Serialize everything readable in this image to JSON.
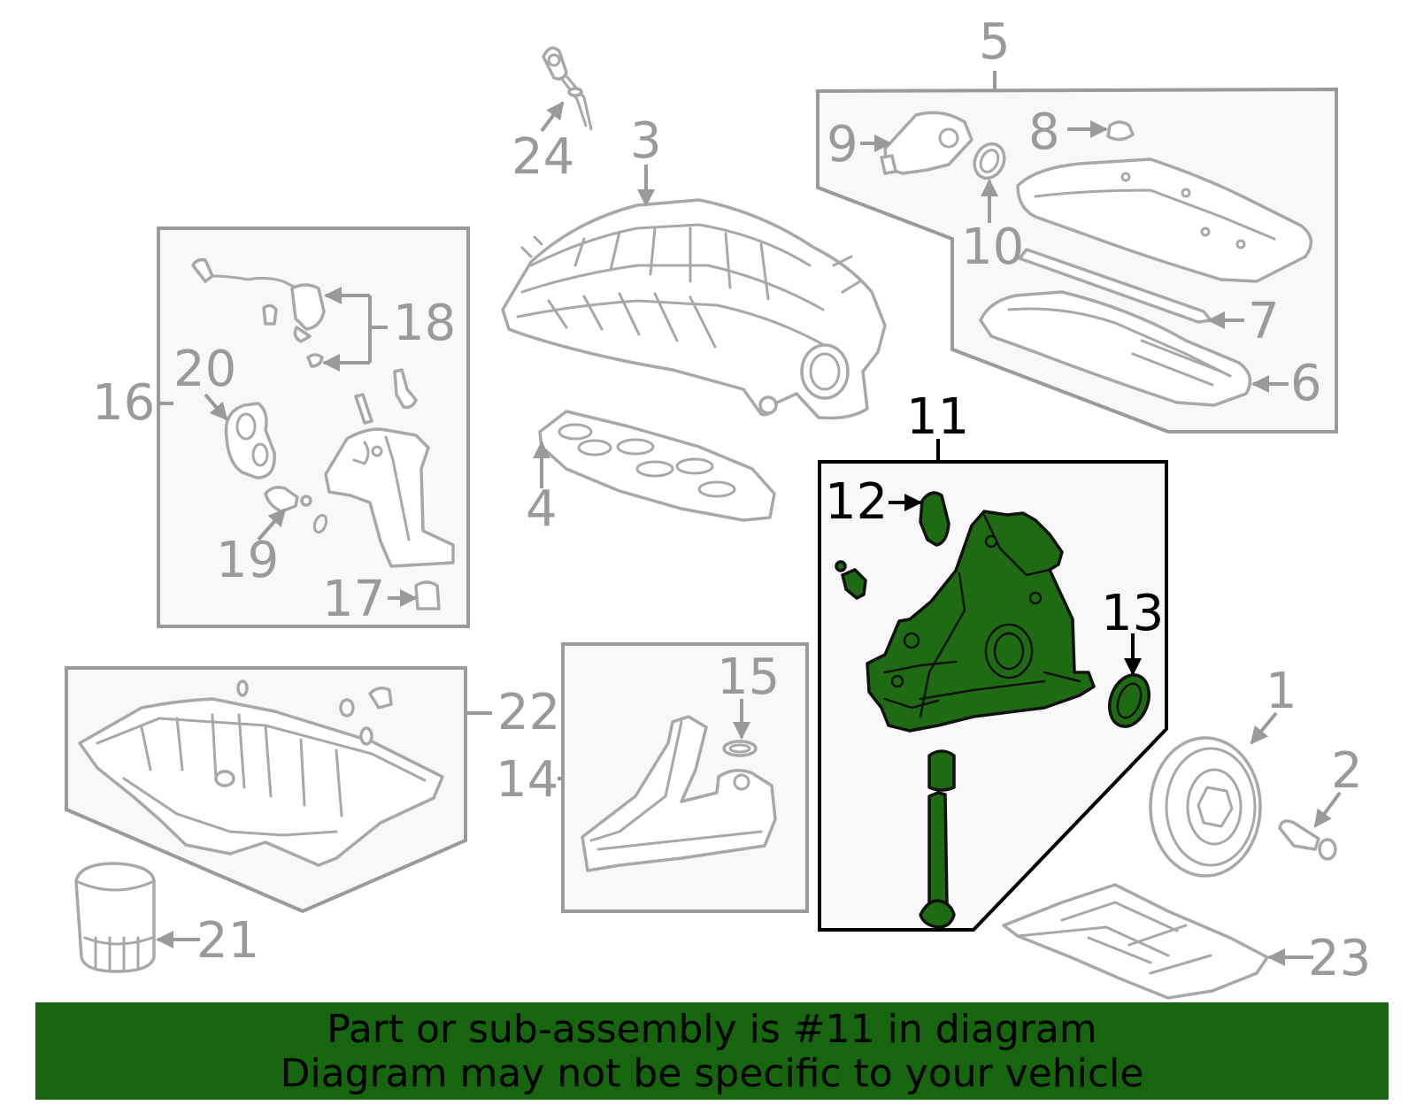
{
  "colors": {
    "highlight": "#1e6b14",
    "banner": "#17650f",
    "outline": "#a8a8a8",
    "label": "#9a9a9a",
    "label_highlight": "#000000"
  },
  "callouts": {
    "p1": "1",
    "p2": "2",
    "p3": "3",
    "p4": "4",
    "p5": "5",
    "p6": "6",
    "p7": "7",
    "p8": "8",
    "p9": "9",
    "p10": "10",
    "p11": "11",
    "p12": "12",
    "p13": "13",
    "p14": "14",
    "p15": "15",
    "p16": "16",
    "p17": "17",
    "p18": "18",
    "p19": "19",
    "p20": "20",
    "p21": "21",
    "p22": "22",
    "p23": "23",
    "p24": "24"
  },
  "highlighted_part": "11",
  "banner": {
    "line1": "Part or sub-assembly is #11 in diagram",
    "line2": "Diagram may not be specific to your vehicle"
  }
}
